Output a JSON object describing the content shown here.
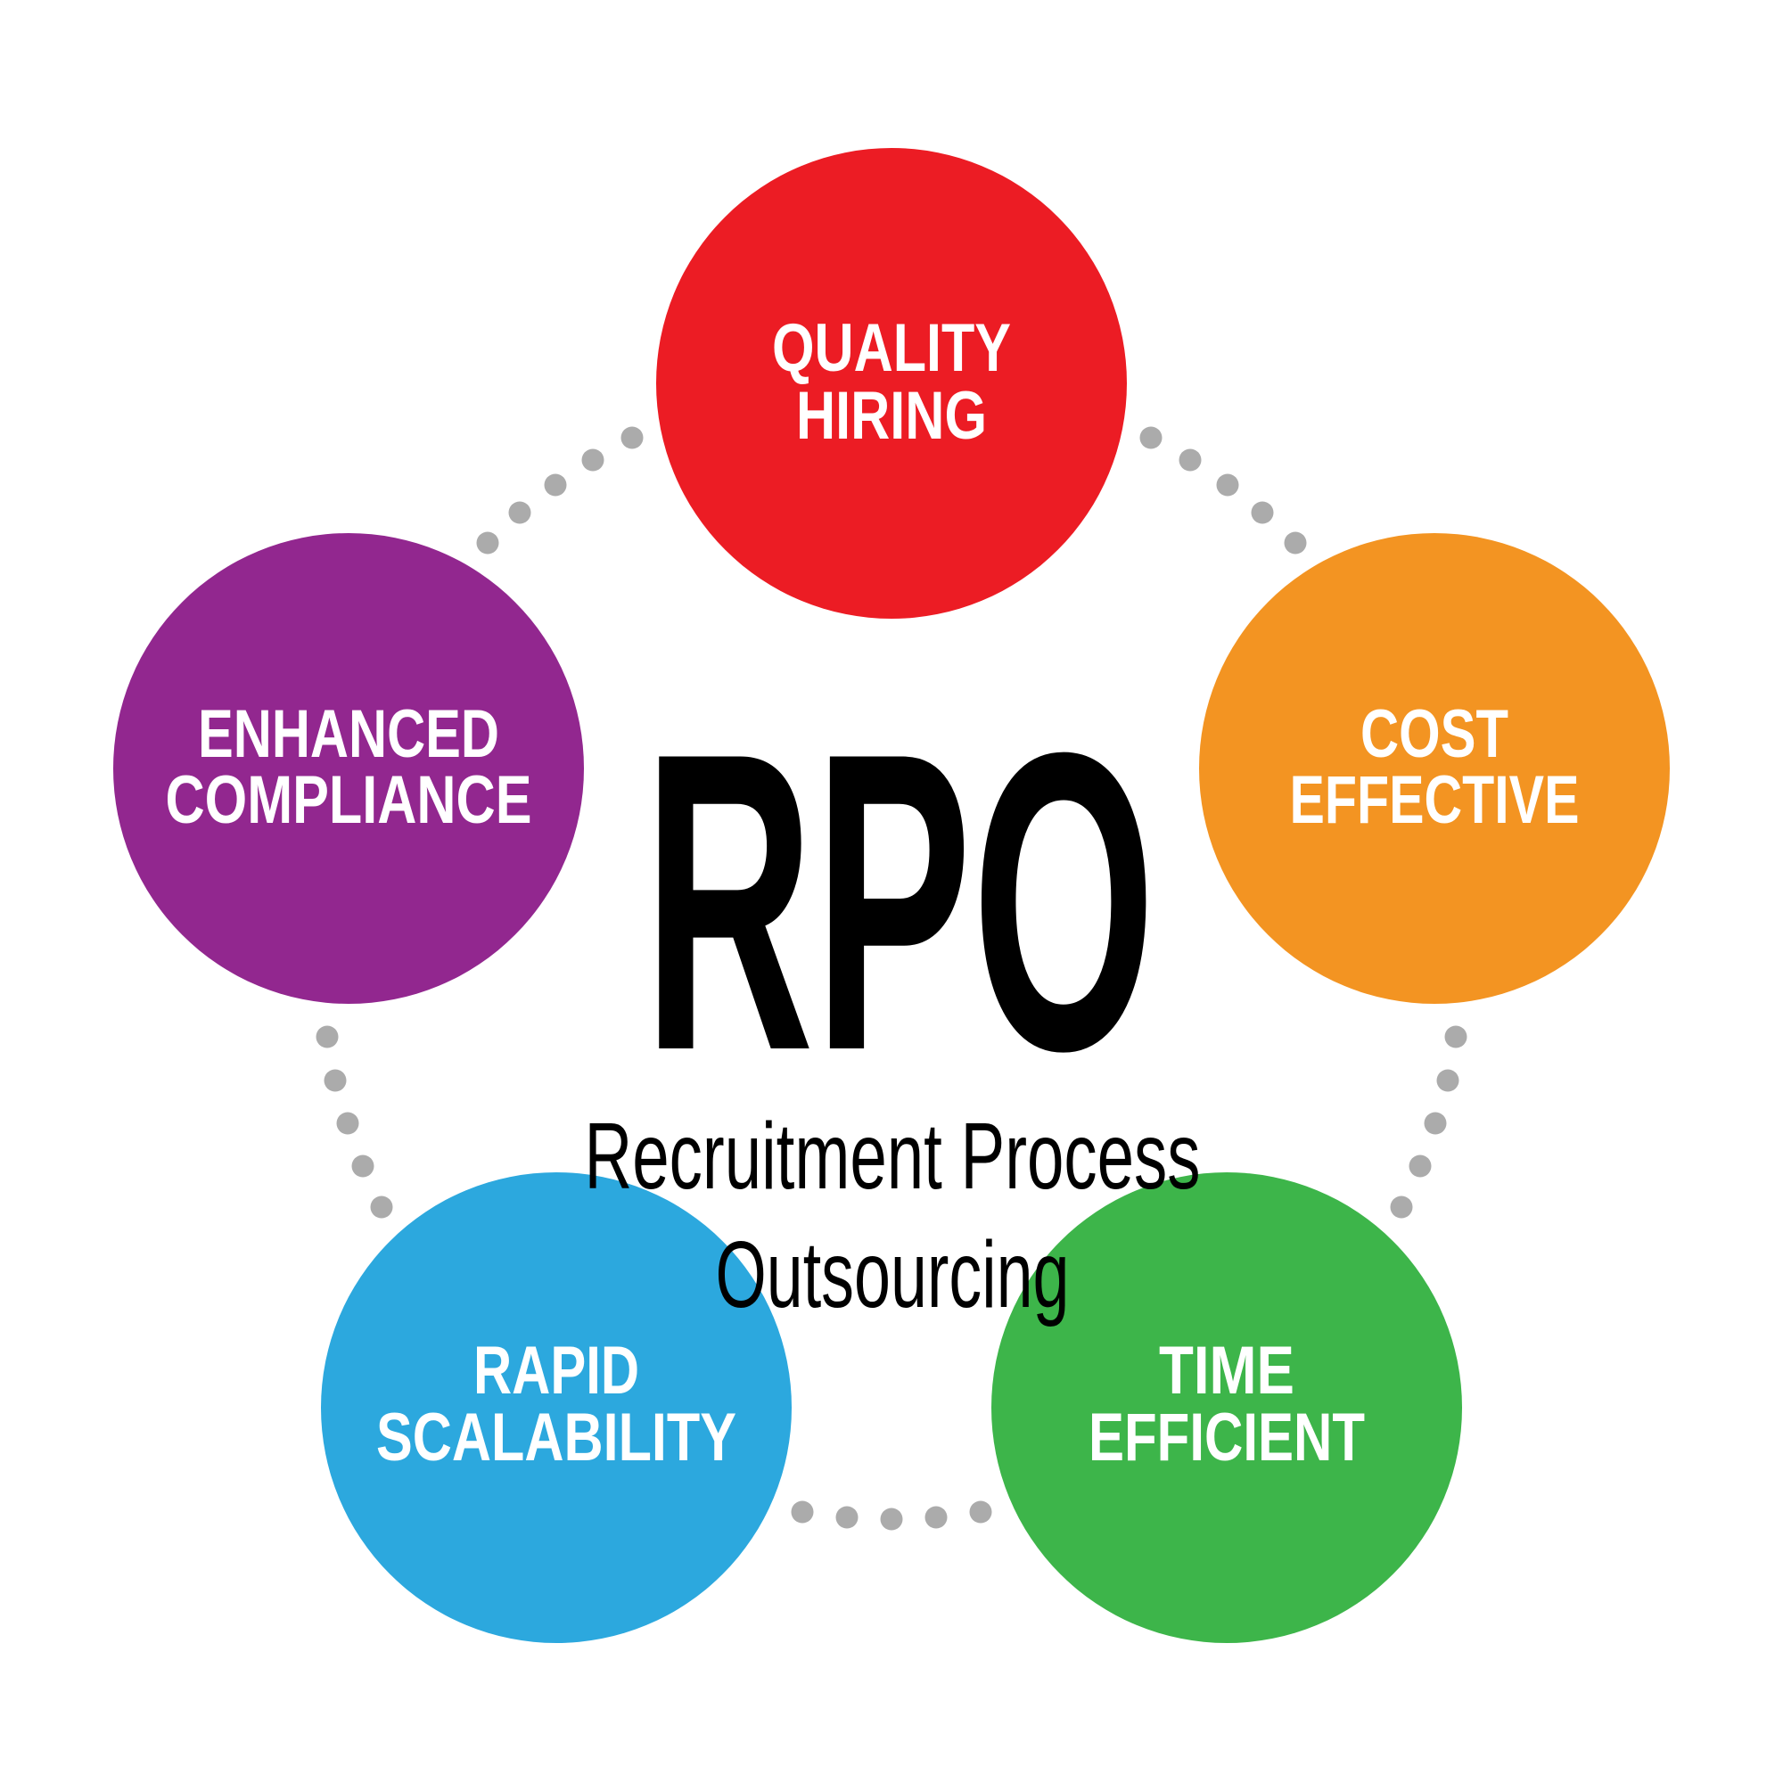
{
  "center": {
    "title": "RPO",
    "subtitle_line1": "Recruitment Process",
    "subtitle_line2": "Outsourcing"
  },
  "benefits": [
    {
      "line1": "QUALITY",
      "line2": "HIRING",
      "color": "#ec1c24"
    },
    {
      "line1": "COST",
      "line2": "EFFECTIVE",
      "color": "#f39422"
    },
    {
      "line1": "TIME",
      "line2": "EFFICIENT",
      "color": "#3db54a"
    },
    {
      "line1": "RAPID",
      "line2": "SCALABILITY",
      "color": "#2ca8de"
    },
    {
      "line1": "ENHANCED",
      "line2": "COMPLIANCE",
      "color": "#92278f"
    }
  ],
  "colors": {
    "background": "#ffffff",
    "dot": "#ababab",
    "label_text": "#ffffff",
    "title_text": "#000000"
  }
}
